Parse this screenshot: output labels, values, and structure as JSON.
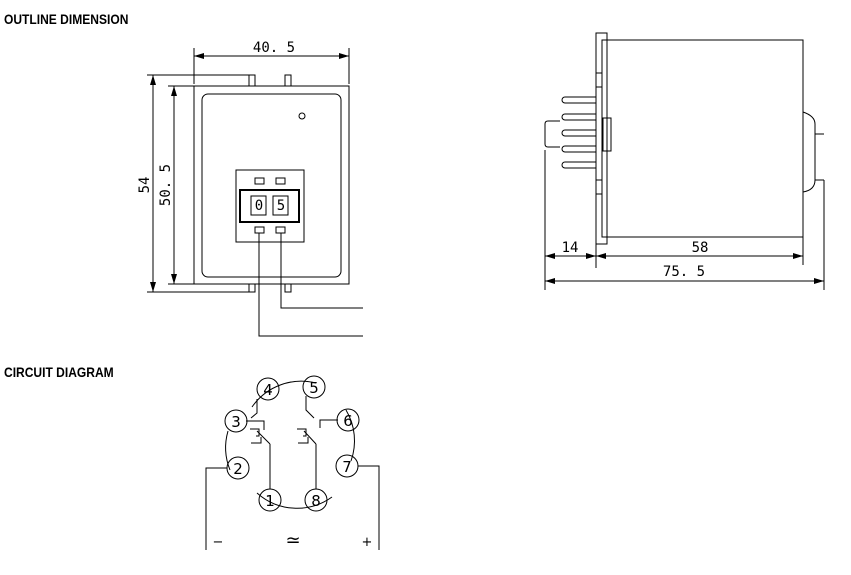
{
  "headings": {
    "outline": "OUTLINE DIMENSION",
    "circuit": "CIRCUIT DIAGRAM"
  },
  "front_view": {
    "width_dim": "40. 5",
    "height_outer_dim": "54",
    "height_inner_dim": "50. 5",
    "dial_digits": [
      "0",
      "5"
    ]
  },
  "side_view": {
    "pin_length_dim": "14",
    "body_depth_dim": "58",
    "total_length_dim": "75. 5"
  },
  "circuit": {
    "pins": [
      "1",
      "2",
      "3",
      "4",
      "5",
      "6",
      "7",
      "8"
    ],
    "minus_label": "−",
    "plus_label": "+",
    "supply_symbol": "≃"
  },
  "colors": {
    "line": "#000000",
    "background": "#ffffff"
  }
}
